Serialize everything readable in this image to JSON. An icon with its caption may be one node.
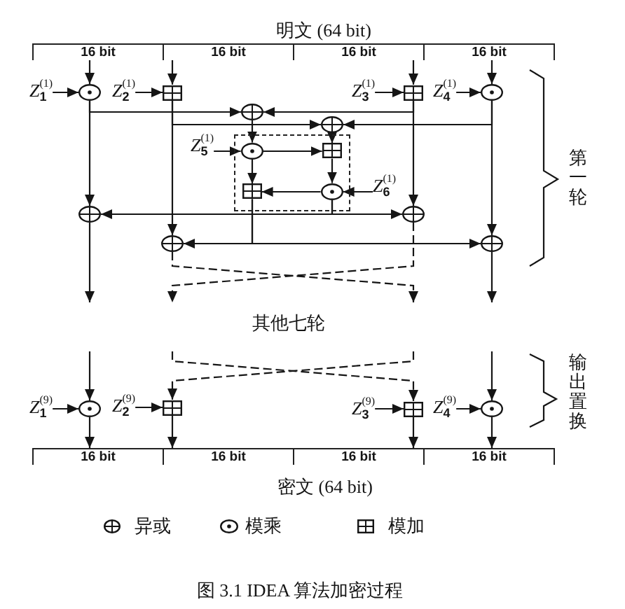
{
  "diagram": {
    "caption": "图 3.1 IDEA 算法加密过程",
    "nodes": [
      {
        "text": [
          "明文 (64 bit)"
        ]
      },
      {
        "text": [
          "16 bit"
        ],
        "in": 0
      },
      {
        "text": [
          "16 bit"
        ],
        "in": 0
      },
      {
        "text": [
          "16 bit"
        ],
        "in": 0
      },
      {
        "text": [
          "16 bit"
        ],
        "in": 0
      },
      {
        "text": [
          "Z$_{1}$$^{(1)}$"
        ]
      },
      {
        "text": [],
        "shape": "odot"
      },
      {
        "text": [
          "Z$_{2}$$^{(1)}$"
        ]
      },
      {
        "text": [],
        "shape": "boxplus"
      },
      {
        "text": [
          "Z$_{3}$$^{(1)}$"
        ]
      },
      {
        "text": [],
        "shape": "boxplus"
      },
      {
        "text": [
          "Z$_{4}$$^{(1)}$"
        ]
      },
      {
        "text": [],
        "shape": "odot"
      },
      {
        "text": [],
        "shape": "oplus"
      },
      {
        "text": [],
        "shape": "oplus"
      },
      {
        "text": [
          "Z$_{5}$$^{(1)}$"
        ]
      },
      {
        "text": [],
        "shape": "box"
      },
      {
        "text": [],
        "shape": "odot",
        "in": 16
      },
      {
        "text": [],
        "shape": "boxplus",
        "in": 16
      },
      {
        "text": [
          "Z$_{6}$$^{(1)}$"
        ]
      },
      {
        "text": [],
        "shape": "odot",
        "in": 16
      },
      {
        "text": [],
        "shape": "boxplus",
        "in": 16
      },
      {
        "text": [],
        "shape": "oplus"
      },
      {
        "text": [],
        "shape": "oplus"
      },
      {
        "text": [],
        "shape": "oplus"
      },
      {
        "text": [],
        "shape": "oplus"
      },
      {
        "text": [
          "Z$_{1}$$^{(9)}$"
        ]
      },
      {
        "text": [],
        "shape": "odot"
      },
      {
        "text": [
          "Z$_{2}$$^{(9)}$"
        ]
      },
      {
        "text": [],
        "shape": "boxplus"
      },
      {
        "text": [
          "Z$_{3}$$^{(9)}$"
        ]
      },
      {
        "text": [],
        "shape": "boxplus"
      },
      {
        "text": [
          "Z$_{4}$$^{(9)}$"
        ]
      },
      {
        "text": [],
        "shape": "odot"
      },
      {
        "text": [
          "密文 (64 bit)"
        ]
      },
      {
        "text": [
          "16 bit"
        ],
        "in": 34
      },
      {
        "text": [
          "16 bit"
        ],
        "in": 34
      },
      {
        "text": [
          "16 bit"
        ],
        "in": 34
      },
      {
        "text": [
          "16 bit"
        ],
        "in": 34
      }
    ],
    "edges": [
      {
        "from": 1,
        "to": 6,
        "arrow": "to"
      },
      {
        "from": 5,
        "to": 6,
        "arrow": "to"
      },
      {
        "from": 2,
        "to": 8,
        "arrow": "to"
      },
      {
        "from": 7,
        "to": 8,
        "arrow": "to"
      },
      {
        "from": 3,
        "to": 10,
        "arrow": "to"
      },
      {
        "from": 9,
        "to": 10,
        "arrow": "to"
      },
      {
        "from": 4,
        "to": 12,
        "arrow": "to"
      },
      {
        "from": 11,
        "to": 12,
        "arrow": "to"
      },
      {
        "from": 6,
        "to": 13,
        "arrow": "to"
      },
      {
        "from": 10,
        "to": 13,
        "arrow": "to"
      },
      {
        "from": 8,
        "to": 14,
        "arrow": "to"
      },
      {
        "from": 12,
        "to": 14,
        "arrow": "to"
      },
      {
        "from": 13,
        "to": 17,
        "arrow": "to"
      },
      {
        "from": 14,
        "to": 18,
        "arrow": "to"
      },
      {
        "from": 15,
        "to": 17,
        "arrow": "to"
      },
      {
        "from": 17,
        "to": 18,
        "arrow": "to"
      },
      {
        "from": 18,
        "to": 20,
        "arrow": "to"
      },
      {
        "from": 19,
        "to": 20,
        "arrow": "to"
      },
      {
        "from": 20,
        "to": 21,
        "arrow": "to"
      },
      {
        "from": 17,
        "to": 21,
        "arrow": "to"
      },
      {
        "from": 6,
        "to": 22,
        "arrow": "to"
      },
      {
        "from": 20,
        "to": 22,
        "arrow": "to"
      },
      {
        "from": 10,
        "to": 23,
        "arrow": "to"
      },
      {
        "from": 20,
        "to": 23,
        "arrow": "to"
      },
      {
        "from": 8,
        "to": 24,
        "arrow": "to"
      },
      {
        "from": 21,
        "to": 24,
        "arrow": "to"
      },
      {
        "from": 12,
        "to": 25,
        "arrow": "to"
      },
      {
        "from": 21,
        "to": 25,
        "arrow": "to"
      },
      {
        "from": 22,
        "to": null,
        "arrow": "to"
      },
      {
        "from": 24,
        "to": null,
        "arrow": "to",
        "style": "dashed"
      },
      {
        "from": 23,
        "to": null,
        "arrow": "to",
        "style": "dashed"
      },
      {
        "from": 25,
        "to": null,
        "arrow": "to"
      },
      {
        "from": null,
        "to": 27,
        "arrow": "to"
      },
      {
        "from": null,
        "to": 29,
        "arrow": "to",
        "style": "dashed"
      },
      {
        "from": null,
        "to": 31,
        "arrow": "to",
        "style": "dashed"
      },
      {
        "from": null,
        "to": 33,
        "arrow": "to"
      },
      {
        "from": 26,
        "to": 27,
        "arrow": "to"
      },
      {
        "from": 28,
        "to": 29,
        "arrow": "to"
      },
      {
        "from": 30,
        "to": 31,
        "arrow": "to"
      },
      {
        "from": 32,
        "to": 33,
        "arrow": "to"
      },
      {
        "from": 27,
        "to": 35,
        "arrow": "to"
      },
      {
        "from": 29,
        "to": 36,
        "arrow": "to"
      },
      {
        "from": 31,
        "to": 37,
        "arrow": "to"
      },
      {
        "from": 33,
        "to": 38,
        "arrow": "to"
      }
    ],
    "labels": [
      "第一轮",
      "其他七轮",
      "输出置换"
    ],
    "legend": [
      {
        "text": "异或"
      },
      {
        "text": "模乘"
      },
      {
        "text": "模加"
      }
    ]
  }
}
